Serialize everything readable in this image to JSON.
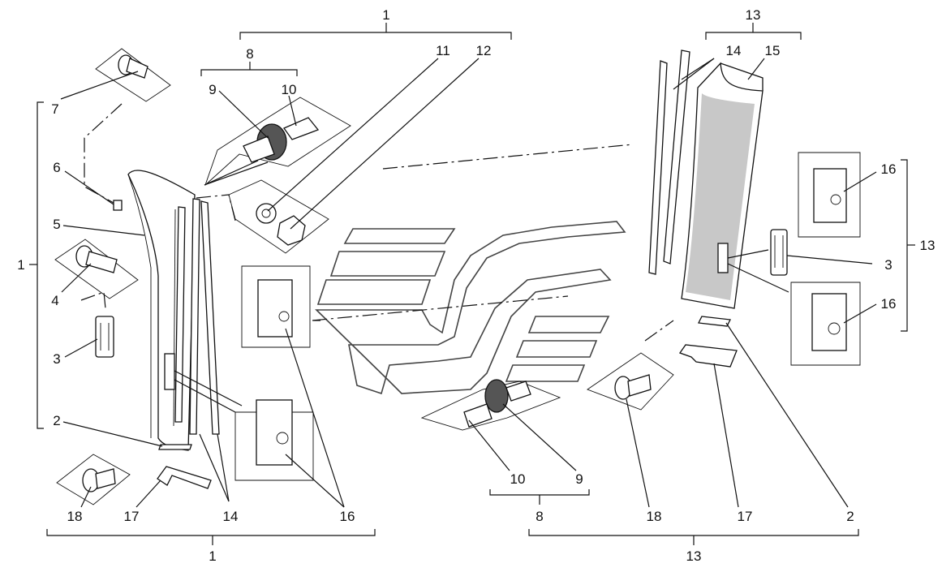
{
  "diagram": {
    "labels": {
      "l1_top": "1",
      "l13_top": "13",
      "l8_left": "8",
      "l9_left": "9",
      "l10_left": "10",
      "l11": "11",
      "l12": "12",
      "l14_top": "14",
      "l15": "15",
      "l7": "7",
      "l6": "6",
      "l5": "5",
      "l1_left": "1",
      "l4": "4",
      "l3_left": "3",
      "l2_left": "2",
      "l16_r1": "16",
      "l16_r2": "16",
      "l3_right": "3",
      "l13_right": "13",
      "l18_left": "18",
      "l17_left": "17",
      "l14_bottom": "14",
      "l16_bottom": "16",
      "l10_bottom": "10",
      "l9_bottom": "9",
      "l8_bottom": "8",
      "l18_right": "18",
      "l17_right": "17",
      "l2_right": "2",
      "l1_bottom": "1",
      "l13_bottom": "13"
    }
  }
}
